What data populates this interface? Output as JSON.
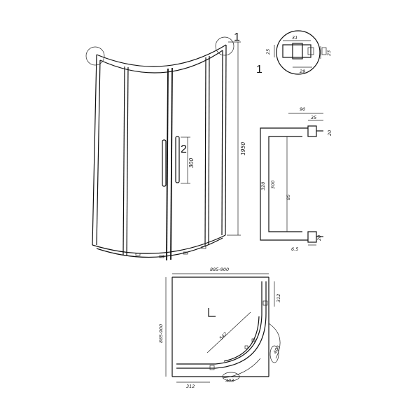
{
  "callouts": {
    "detail_1": "1",
    "detail_1_label": "1",
    "detail_2": "2"
  },
  "profile_detail": {
    "top_width": "31",
    "left_height": "25",
    "right_height": "23",
    "bottom_width": "29"
  },
  "handle": {
    "offset_top": "90",
    "gap": "35",
    "bracket_h_top": "20",
    "outer_height": "320",
    "inner_height": "300",
    "center": "85",
    "bracket_h_bottom": "20",
    "base_offset": "6.5"
  },
  "elevation": {
    "height": "1950",
    "handle_span": "300"
  },
  "plan": {
    "width": "885-900",
    "depth": "885-900",
    "radius": "542",
    "door_opening_right": "403",
    "door_opening_bottom": "403",
    "fixed_panel_right": "312",
    "fixed_panel_bottom": "312"
  }
}
